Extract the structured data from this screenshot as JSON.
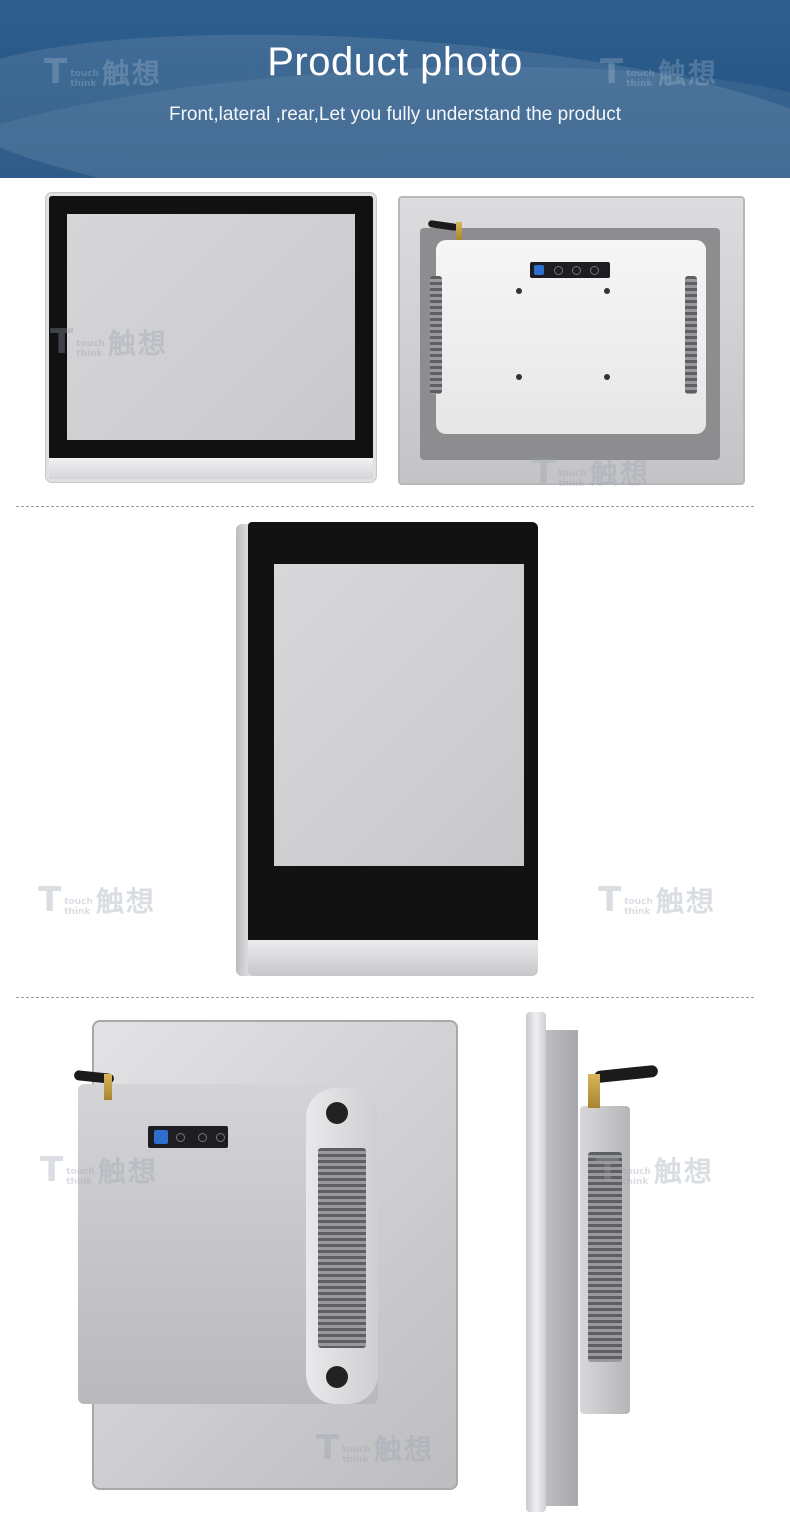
{
  "banner": {
    "title": "Product photo",
    "subtitle": "Front,lateral ,rear,Let you fully understand the product"
  },
  "watermark": {
    "letter": "T",
    "small_line1": "touch",
    "small_line2": "think",
    "chinese": "触想"
  },
  "colors": {
    "banner_blue": "#285887",
    "screen_gray": "#cfcfd1",
    "bezel_black": "#111111",
    "chassis_silver": "#d0d0d3",
    "accent_blue_button": "#2e6fd0"
  }
}
